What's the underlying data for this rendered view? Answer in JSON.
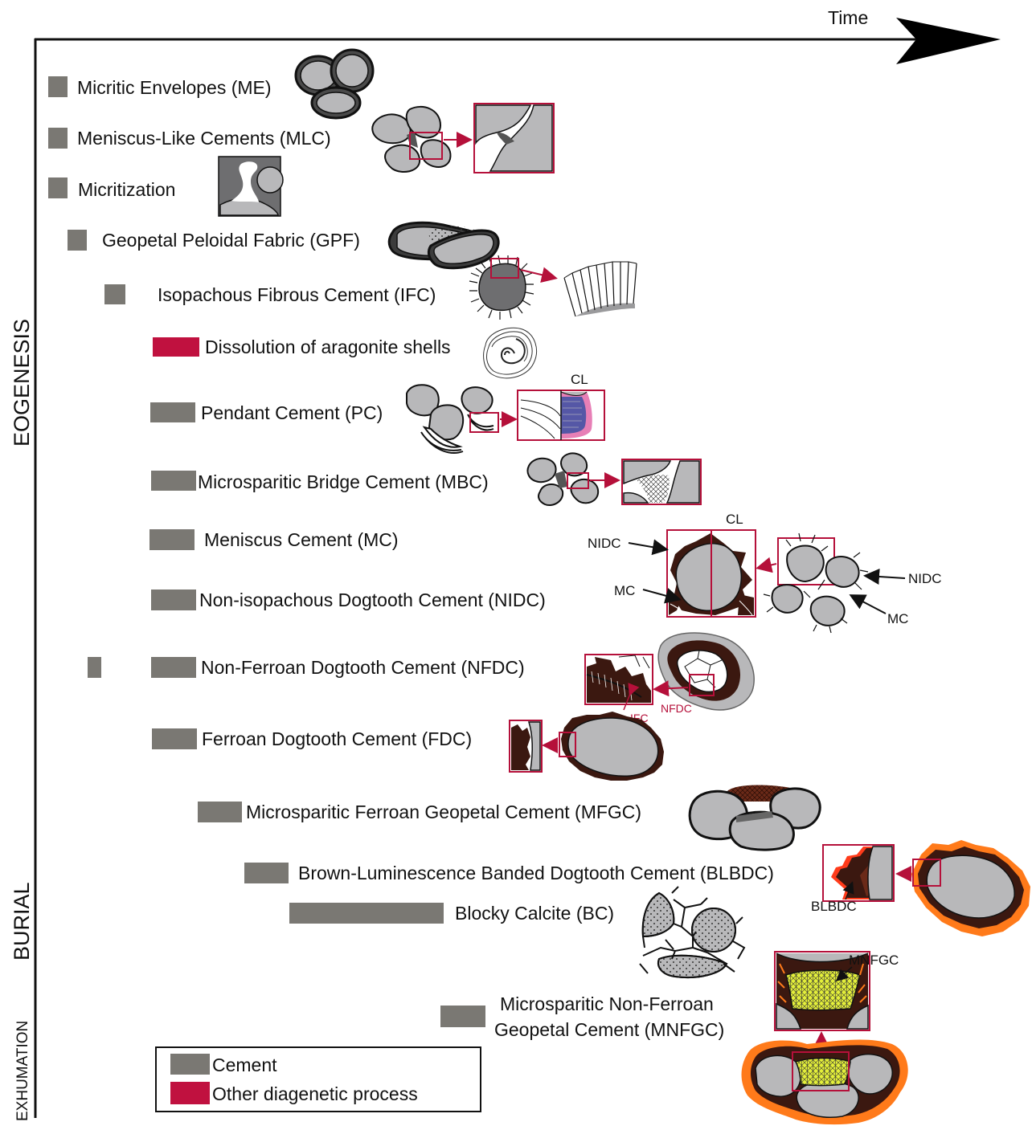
{
  "axis": {
    "time_label": "Time"
  },
  "phases": {
    "eogenesis": "EOGENESIS",
    "burial": "BURIAL",
    "exhumation": "EXHUMATION"
  },
  "colors": {
    "cement": "#7a7873",
    "other_process": "#c0113f",
    "grain": "#b8b8ba",
    "cement_dark": "#3b1810",
    "orange": "#ff7a1a",
    "yellow": "#e4f03a",
    "zoom_box": "#b5103a",
    "purple": "#5557a6",
    "pink": "#e77fb6"
  },
  "processes": [
    {
      "label": "Micritic Envelopes (ME)",
      "kind": "cement"
    },
    {
      "label": "Meniscus-Like Cements (MLC)",
      "kind": "cement"
    },
    {
      "label": "Micritization",
      "kind": "cement"
    },
    {
      "label": "Geopetal Peloidal Fabric (GPF)",
      "kind": "cement"
    },
    {
      "label": "Isopachous Fibrous Cement (IFC)",
      "kind": "cement"
    },
    {
      "label": "Dissolution of aragonite shells",
      "kind": "other"
    },
    {
      "label": "Pendant Cement (PC)",
      "kind": "cement"
    },
    {
      "label": "Microsparitic Bridge Cement (MBC)",
      "kind": "cement"
    },
    {
      "label": "Meniscus Cement (MC)",
      "kind": "cement"
    },
    {
      "label": "Non-isopachous Dogtooth Cement (NIDC)",
      "kind": "cement"
    },
    {
      "label": "Non-Ferroan Dogtooth Cement (NFDC)",
      "kind": "cement"
    },
    {
      "label": "Ferroan Dogtooth Cement (FDC)",
      "kind": "cement"
    },
    {
      "label": "Microsparitic Ferroan Geopetal Cement (MFGC)",
      "kind": "cement"
    },
    {
      "label": "Brown-Luminescence Banded Dogtooth Cement (BLBDC)",
      "kind": "cement"
    },
    {
      "label": "Blocky Calcite (BC)",
      "kind": "cement"
    },
    {
      "label": "Microsparitic Non-Ferroan",
      "label2": "Geopetal Cement (MNFGC)",
      "kind": "cement"
    }
  ],
  "annotations": {
    "cl_pc": "CL",
    "cl_nidc": "CL",
    "nidc_left": "NIDC",
    "mc_left": "MC",
    "nidc_right": "NIDC",
    "mc_right": "MC",
    "ifc": "IFC",
    "nfdc": "NFDC",
    "blbdc": "BLBDC",
    "mnfgc": "MNFGC"
  },
  "legend": {
    "cement": "Cement",
    "other": "Other diagenetic process"
  }
}
